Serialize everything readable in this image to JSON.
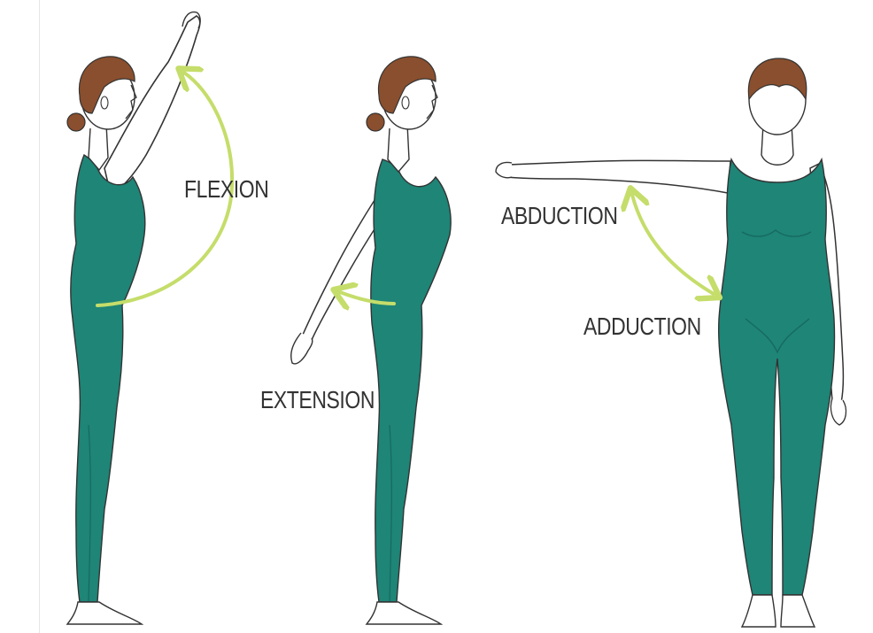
{
  "labels": {
    "flexion": "FLEXION",
    "extension": "EXTENSION",
    "abduction": "ABDUCTION",
    "adduction": "ADDUCTION"
  },
  "colors": {
    "suit": "#1e8577",
    "suit_shadow": "#17695f",
    "hair": "#8a4f2e",
    "skin": "#ffffff",
    "outline": "#333333",
    "arrow": "#c5dd6a",
    "text": "#333333"
  }
}
